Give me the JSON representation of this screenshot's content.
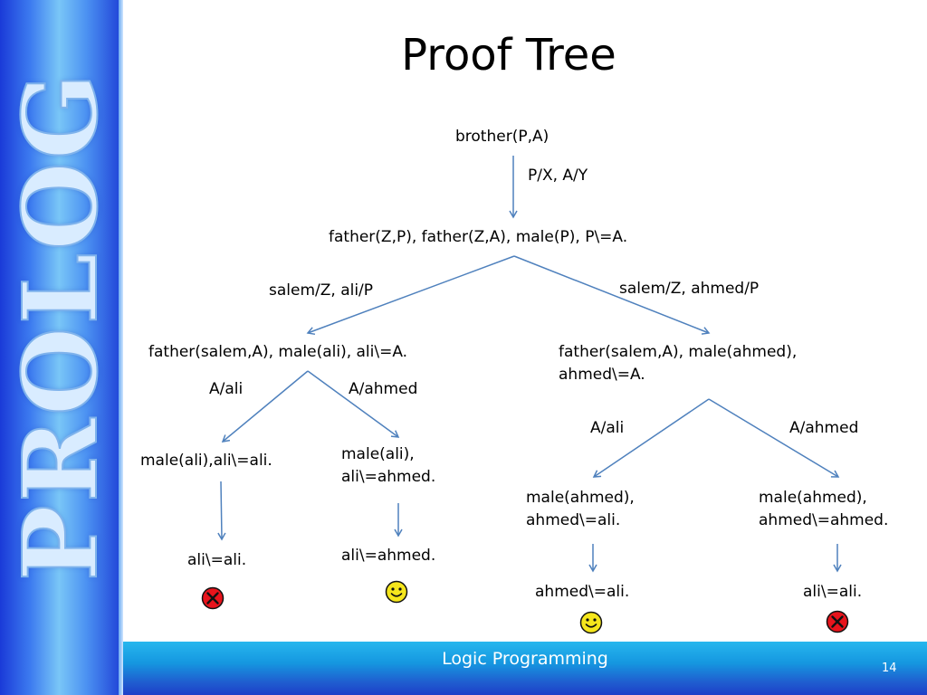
{
  "slide": {
    "sidebar_label": "PROLOG",
    "title": "Proof Tree",
    "footer": "Logic Programming",
    "page_number": "14"
  },
  "tree": {
    "root": "brother(P,A)",
    "root_subst": "P/X, A/Y",
    "level1": "father(Z,P),  father(Z,A), male(P), P\\=A.",
    "left_subst": "salem/Z, ali/P",
    "right_subst": "salem/Z, ahmed/P",
    "left_goal": "father(salem,A), male(ali), ali\\=A.",
    "right_goal": [
      "father(salem,A), male(ahmed),",
      "ahmed\\=A."
    ],
    "ll_subst": "A/ali",
    "lr_subst": "A/ahmed",
    "rl_subst": "A/ali",
    "rr_subst": "A/ahmed",
    "ll_goal": "male(ali),ali\\=ali.",
    "lr_goal": [
      "male(ali),",
      "ali\\=ahmed."
    ],
    "rl_goal": [
      "male(ahmed),",
      "ahmed\\=ali."
    ],
    "rr_goal": [
      "male(ahmed),",
      "ahmed\\=ahmed."
    ],
    "ll_result": "ali\\=ali.",
    "lr_result": "ali\\=ahmed.",
    "rl_result": "ahmed\\=ali.",
    "rr_result": "ali\\=ali.",
    "ll_outcome": "fail-icon",
    "lr_outcome": "smiley-icon",
    "rl_outcome": "smiley-icon",
    "rr_outcome": "fail-icon"
  },
  "colors": {
    "edge": "#4f81bd",
    "fail_fill": "#e8141c",
    "smiley_fill": "#f5e61c"
  }
}
